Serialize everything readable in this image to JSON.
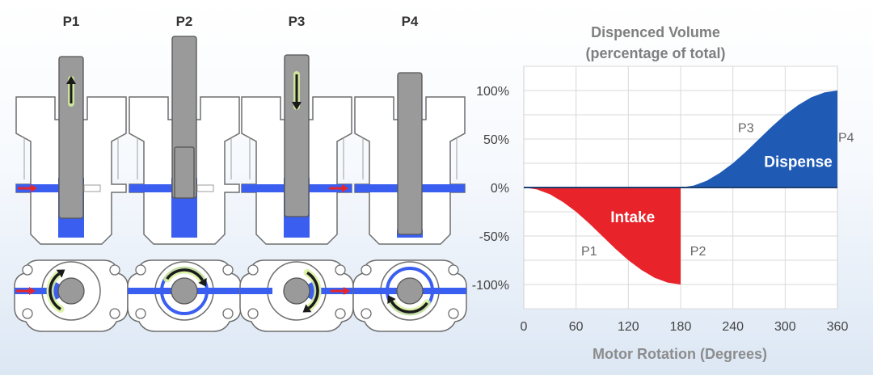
{
  "stages": [
    {
      "label": "P1",
      "piston_arrow": "up-arrow-icon",
      "rotation_arrow": "rotate-cw-left-icon",
      "flow": "inlet"
    },
    {
      "label": "P2",
      "piston_arrow": "none",
      "rotation_arrow": "rotate-cw-top-icon",
      "flow": "none"
    },
    {
      "label": "P3",
      "piston_arrow": "down-arrow-icon",
      "rotation_arrow": "rotate-cw-right-icon",
      "flow": "outlet"
    },
    {
      "label": "P4",
      "piston_arrow": "none",
      "rotation_arrow": "rotate-cw-bottom-icon",
      "flow": "none"
    }
  ],
  "colors": {
    "fluid": "#3a5ef0",
    "piston": "#9a9a9a",
    "flow_arrow": "#e8262a",
    "intake": "#e8232a",
    "dispense": "#1f5bb5",
    "rotation_arrow": "#1a1a1a",
    "rotation_glow": "#d7f09a"
  },
  "chart_data": {
    "type": "area",
    "title": "Dispenced Volume",
    "subtitle": "(percentage of total)",
    "xlabel": "Motor Rotation (Degrees)",
    "ylabel": "",
    "x_ticks": [
      "0",
      "60",
      "120",
      "180",
      "240",
      "300",
      "360"
    ],
    "y_ticks": [
      "100%",
      "50%",
      "0%",
      "-50%",
      "-100%"
    ],
    "xlim": [
      0,
      360
    ],
    "ylim": [
      -125,
      125
    ],
    "grid": true,
    "series": [
      {
        "name": "Intake",
        "x": [
          0,
          15,
          30,
          45,
          60,
          75,
          90,
          105,
          120,
          135,
          150,
          165,
          180
        ],
        "y": [
          0,
          -2,
          -7,
          -15,
          -25,
          -37,
          -50,
          -63,
          -75,
          -85,
          -93,
          -98,
          -100
        ]
      },
      {
        "name": "Dispense",
        "x": [
          180,
          195,
          210,
          225,
          240,
          255,
          270,
          285,
          300,
          315,
          330,
          345,
          360
        ],
        "y": [
          0,
          2,
          7,
          15,
          25,
          37,
          50,
          63,
          75,
          85,
          93,
          98,
          100
        ]
      }
    ],
    "annotations": [
      {
        "text": "P1",
        "x": 75,
        "y": -65
      },
      {
        "text": "P2",
        "x": 200,
        "y": -65
      },
      {
        "text": "P3",
        "x": 255,
        "y": 62
      },
      {
        "text": "P4",
        "x": 370,
        "y": 52
      }
    ]
  }
}
